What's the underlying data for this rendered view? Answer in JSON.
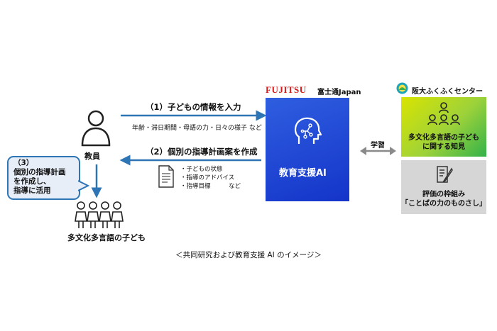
{
  "teacher": {
    "label": "教員",
    "icon": "person-icon"
  },
  "children": {
    "label": "多文化多言語の子ども",
    "icon": "children-group-icon"
  },
  "steps": {
    "step1": {
      "label": "（1）子どもの情報を入力",
      "detail": "年齢・滞日期間・母語の力・日々の様子 など"
    },
    "step2": {
      "label": "（2）個別の指導計画案を作成",
      "items": [
        "・子どもの状態",
        "・指導のアドバイス",
        "・指導目標　　　など"
      ]
    }
  },
  "callout": {
    "lines": [
      "（3）",
      "個別の指導計画",
      "を作成し、",
      "指導に活用"
    ]
  },
  "fujitsu": {
    "logo": "FUJITSU",
    "name": "富士通Japan",
    "ai_label": "教育支援AI",
    "logo_color": "#d61a1a",
    "box_color": "#1f45d6"
  },
  "learning": {
    "label": "学習"
  },
  "center": {
    "name": "阪大ふくふくセンター",
    "box1_lines": [
      "多文化多言語の子ども",
      "に関する知見"
    ],
    "box2_lines": [
      "評価の枠組み",
      "「ことばの力のものさし」"
    ]
  },
  "caption": "＜共同研究および教育支援 AI のイメージ＞",
  "colors": {
    "arrow_blue": "#2e75b6",
    "arrow_gray": "#8a8a8a"
  }
}
